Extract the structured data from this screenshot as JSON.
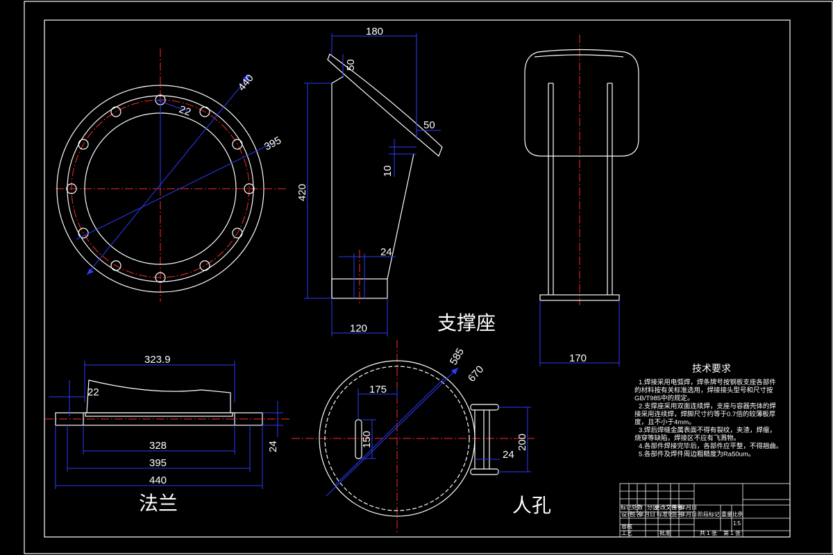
{
  "views": {
    "flange": {
      "title": "法兰",
      "dims": {
        "d440": "440",
        "d22": "22",
        "d395": "395"
      },
      "side_dims": {
        "d323_9": "323.9",
        "d22": "22",
        "d328": "328",
        "d395": "395",
        "d440": "440",
        "d24": "24"
      }
    },
    "support": {
      "title": "支撑座",
      "dims": {
        "d180": "180",
        "d50a": "50",
        "d50b": "50",
        "d10": "10",
        "d420": "420",
        "d24": "24",
        "d120": "120",
        "d170": "170"
      }
    },
    "manhole": {
      "title": "人孔",
      "dims": {
        "d585": "585",
        "d670": "670",
        "d175": "175",
        "d150": "150",
        "d200": "200",
        "d24": "24"
      }
    }
  },
  "tech_requirements": {
    "title": "技术要求",
    "lines": [
      "1.焊接采用电弧焊，焊条牌号按钢板支座各部件",
      "的材料按有关标准选用，焊接接头型号和尺寸按",
      "GB/T985中的规定。",
      "2.支撑座采用双面连续焊，支座与容器壳体的焊",
      "接采用连续焊，焊脚尺寸约等于0.7倍的较薄板厚",
      "度，且不小于4mm。",
      "3.焊后焊缝金属表面不得有裂纹，夹渣，焊瘤，",
      "烧穿等缺陷，焊接区不应有飞溅物。",
      "4.各部件焊接完毕后，各部件应平整，不得翘曲。",
      "5.各部件及焊件周边粗糙度为Ra50um。"
    ]
  },
  "title_block": {
    "r1": [
      "标记处数",
      "分区",
      "更改文件号",
      "签名",
      "年月日"
    ],
    "r2": [
      "设计",
      "签名",
      "年月日",
      "标准化",
      "签名",
      "年月日"
    ],
    "r3": [
      "审核"
    ],
    "r4": [
      "工艺",
      "",
      "",
      "批准"
    ],
    "stage": "阶段标记",
    "weight": "重量",
    "scale": "比例",
    "scale_val": "1:5",
    "sheets_total": "共 1 张",
    "sheet_no": "第 1 张"
  }
}
